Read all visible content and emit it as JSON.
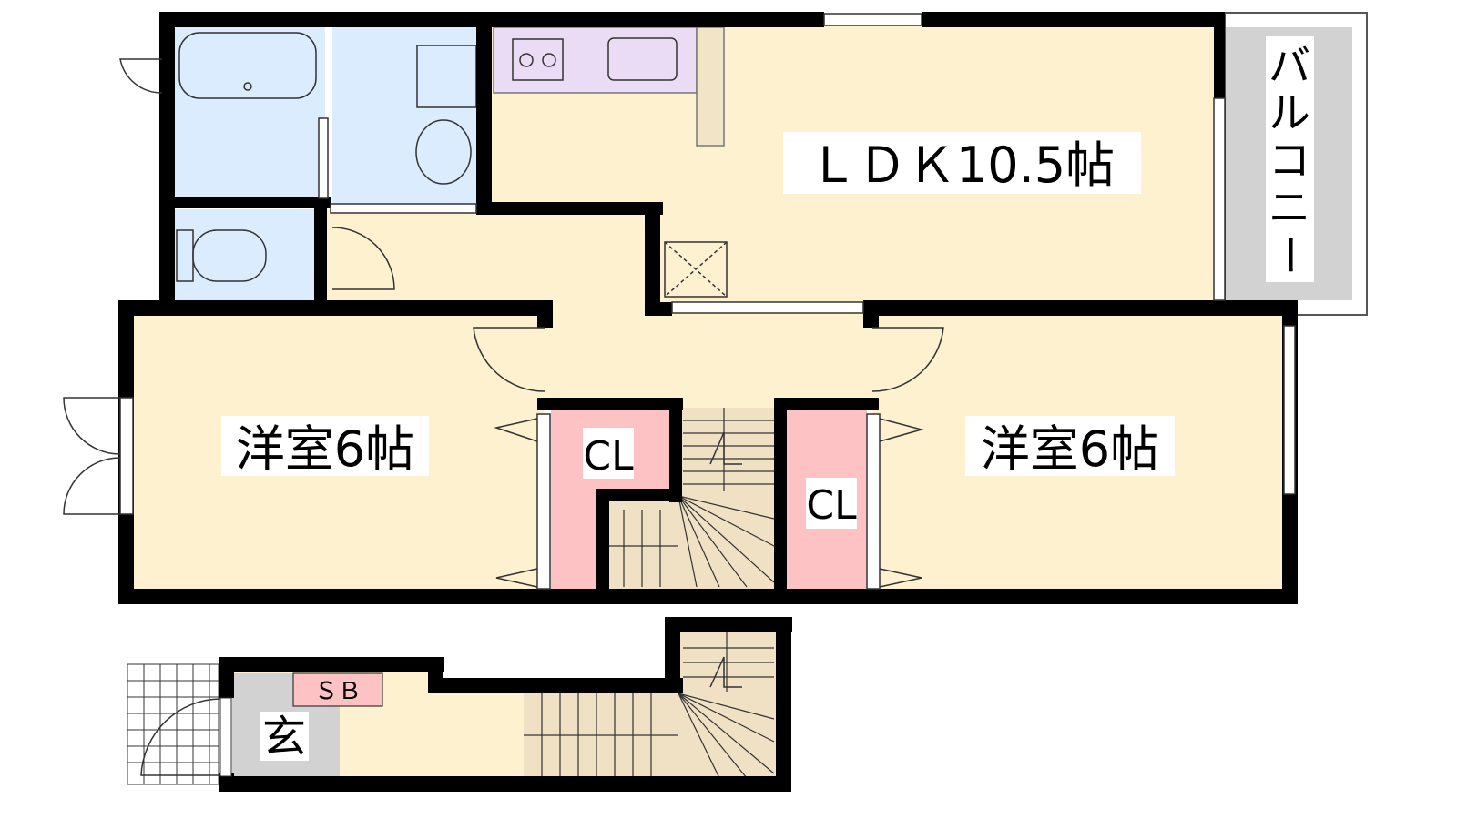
{
  "rooms": {
    "ldk": "ＬＤＫ10.5帖",
    "balcony": [
      "バ",
      "ル",
      "コ",
      "ニ",
      "ー"
    ],
    "western_left": "洋室6帖",
    "western_right": "洋室6帖",
    "closet_left": "CL",
    "closet_right": "CL",
    "shoe_box": "ＳＢ",
    "entrance": "玄"
  },
  "colors": {
    "living": "#fdf1cf",
    "wet": "#dcecff",
    "kitchen": "#eadcf4",
    "closet": "#fcc2c4",
    "balcony": "#d2d2d2",
    "stairs": "#f0e0c4",
    "entrance": "#d2d2d2",
    "wall": "#000000"
  }
}
